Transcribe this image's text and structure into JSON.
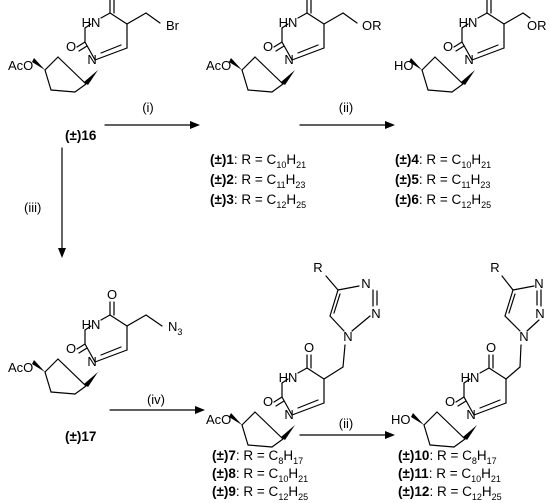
{
  "atoms": {
    "O": "O",
    "HN": "HN",
    "N": "N",
    "Br": "Br",
    "OR": "OR",
    "AcO": "AcO",
    "HO": "HO",
    "N3_N": "N",
    "N3_sub": "3",
    "R": "R"
  },
  "conditions": {
    "i": "(i)",
    "ii": "(ii)",
    "iii": "(iii)",
    "iv": "(iv)"
  },
  "compounds": {
    "c16": {
      "pm": "(±)",
      "num": "16"
    },
    "c17": {
      "pm": "(±)",
      "num": "17"
    },
    "c1": {
      "pm": "(±)",
      "num": "1",
      "r": ": R = C",
      "a": "10",
      "h": "H",
      "b": "21"
    },
    "c2": {
      "pm": "(±)",
      "num": "2",
      "r": ": R = C",
      "a": "11",
      "h": "H",
      "b": "23"
    },
    "c3": {
      "pm": "(±)",
      "num": "3",
      "r": ": R = C",
      "a": "12",
      "h": "H",
      "b": "25"
    },
    "c4": {
      "pm": "(±)",
      "num": "4",
      "r": ": R = C",
      "a": "10",
      "h": "H",
      "b": "21"
    },
    "c5": {
      "pm": "(±)",
      "num": "5",
      "r": ": R = C",
      "a": "11",
      "h": "H",
      "b": "23"
    },
    "c6": {
      "pm": "(±)",
      "num": "6",
      "r": ": R = C",
      "a": "12",
      "h": "H",
      "b": "25"
    },
    "c7": {
      "pm": "(±)",
      "num": "7",
      "r": ": R = C",
      "a": "8",
      "h": "H",
      "b": "17"
    },
    "c8": {
      "pm": "(±)",
      "num": "8",
      "r": ": R = C",
      "a": "10",
      "h": "H",
      "b": "21"
    },
    "c9": {
      "pm": "(±)",
      "num": "9",
      "r": ": R = C",
      "a": "12",
      "h": "H",
      "b": "25"
    },
    "c10": {
      "pm": "(±)",
      "num": "10",
      "r": ": R = C",
      "a": "8",
      "h": "H",
      "b": "17"
    },
    "c11": {
      "pm": "(±)",
      "num": "11",
      "r": ": R = C",
      "a": "10",
      "h": "H",
      "b": "21"
    },
    "c12": {
      "pm": "(±)",
      "num": "12",
      "r": ": R = C",
      "a": "12",
      "h": "H",
      "b": "25"
    }
  }
}
